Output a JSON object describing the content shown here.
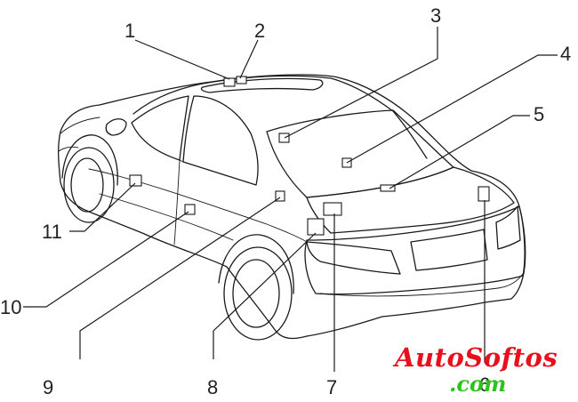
{
  "diagram": {
    "callouts": [
      {
        "id": "1",
        "label": "1"
      },
      {
        "id": "2",
        "label": "2"
      },
      {
        "id": "3",
        "label": "3"
      },
      {
        "id": "4",
        "label": "4"
      },
      {
        "id": "5",
        "label": "5"
      },
      {
        "id": "6",
        "label": "6"
      },
      {
        "id": "7",
        "label": "7"
      },
      {
        "id": "8",
        "label": "8"
      },
      {
        "id": "9",
        "label": "9"
      },
      {
        "id": "10",
        "label": "10"
      },
      {
        "id": "11",
        "label": "11"
      }
    ]
  },
  "watermark": {
    "line1": "AutoSoftos",
    "line2": ".com",
    "color_line1": "#e8101c",
    "color_line2": "#2fc21c"
  }
}
